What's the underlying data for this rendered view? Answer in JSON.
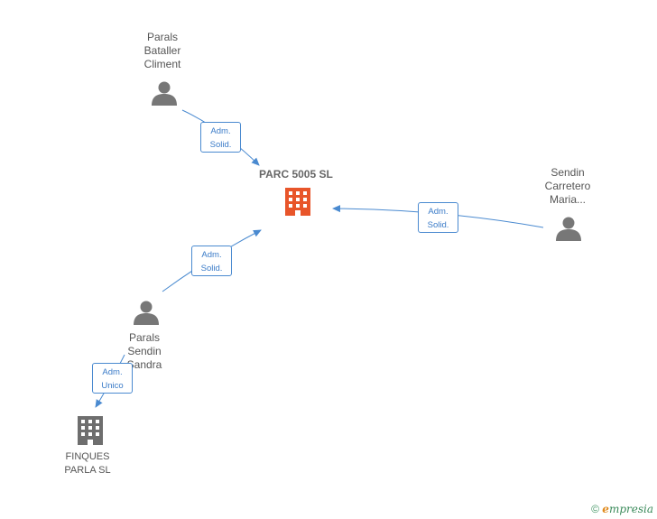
{
  "nodes": {
    "company_main": {
      "title": "PARC 5005 SL",
      "color": "#e8552a"
    },
    "person_1": {
      "lines": [
        "Parals",
        "Bataller",
        "Climent"
      ]
    },
    "person_2": {
      "lines": [
        "Sendin",
        "Carretero",
        "Maria..."
      ]
    },
    "person_3": {
      "lines": [
        "Parals",
        "Sendin",
        "Sandra"
      ]
    },
    "company_2": {
      "lines": [
        "FINQUES",
        "PARLA SL"
      ],
      "color": "#6e6e6e"
    }
  },
  "edges": {
    "e1": {
      "lines": [
        "Adm.",
        "Solid."
      ]
    },
    "e2": {
      "lines": [
        "Adm.",
        "Solid."
      ]
    },
    "e3": {
      "lines": [
        "Adm.",
        "Solid."
      ]
    },
    "e4": {
      "lines": [
        "Adm.",
        "Unico"
      ]
    }
  },
  "colors": {
    "edge": "#4a8ad0",
    "person": "#777777"
  },
  "footer": {
    "copyright": "©",
    "brand_e": "e",
    "brand_rest": "mpresia"
  }
}
